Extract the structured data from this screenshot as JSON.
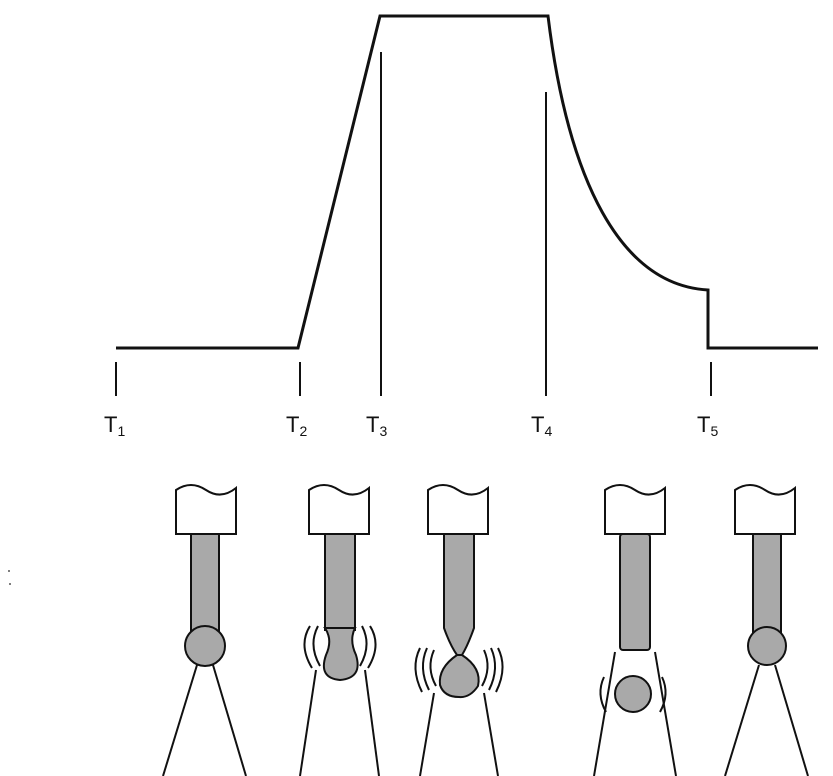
{
  "diagram": {
    "time_markers": [
      {
        "base": "T",
        "sub": "1"
      },
      {
        "base": "T",
        "sub": "2"
      },
      {
        "base": "T",
        "sub": "3"
      },
      {
        "base": "T",
        "sub": "4"
      },
      {
        "base": "T",
        "sub": "5"
      }
    ],
    "phases": [
      {
        "name": "phase-1-ball-attached"
      },
      {
        "name": "phase-2-necking-begins"
      },
      {
        "name": "phase-3-neck-thinning"
      },
      {
        "name": "phase-4-droplet-detached"
      },
      {
        "name": "phase-5-new-ball-forming"
      }
    ],
    "colors": {
      "line": "#111111",
      "wire": "#a9a9a9",
      "holder": "#ffffff"
    }
  }
}
